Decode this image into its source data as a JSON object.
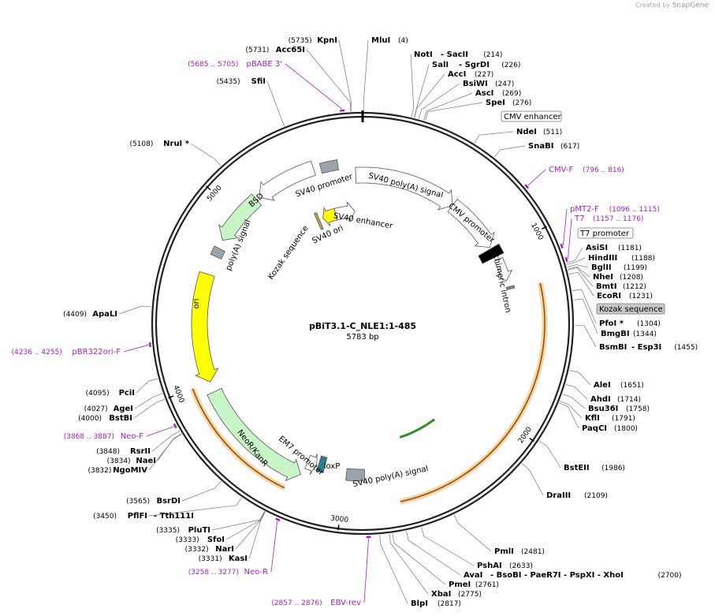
{
  "credit": {
    "prefix": "Created by",
    "brand": "SnapGene"
  },
  "plasmid": {
    "name": "pBiT3.1-C_NLE1:1-485",
    "length": "5783 bp",
    "total_bp": 5783
  },
  "ticks": [
    "1000",
    "2000",
    "3000",
    "4000",
    "5000"
  ],
  "sites": [
    {
      "name": "KpnI",
      "pos": "(5735)",
      "bp": 5735
    },
    {
      "name": "Acc65I",
      "pos": "(5731)",
      "bp": 5731
    },
    {
      "name": "MluI",
      "pos": "(4)",
      "bp": 4
    },
    {
      "name": "NotI",
      "pos": "",
      "bp": 214,
      "group": "- SacII",
      "gpos": "(214)"
    },
    {
      "name": "SalI",
      "pos": "",
      "bp": 226,
      "group": "- SgrDI",
      "gpos": "(226)"
    },
    {
      "name": "AccI",
      "pos": "(227)",
      "bp": 227
    },
    {
      "name": "BsiWI",
      "pos": "(247)",
      "bp": 247
    },
    {
      "name": "AscI",
      "pos": "(269)",
      "bp": 269
    },
    {
      "name": "SpeI",
      "pos": "(276)",
      "bp": 276
    },
    {
      "name": "NdeI",
      "pos": "(511)",
      "bp": 511
    },
    {
      "name": "SnaBI",
      "pos": "(617)",
      "bp": 617
    },
    {
      "name": "AsiSI",
      "pos": "(1181)",
      "bp": 1181
    },
    {
      "name": "HindIII",
      "pos": "(1188)",
      "bp": 1188
    },
    {
      "name": "BglII",
      "pos": "(1199)",
      "bp": 1199
    },
    {
      "name": "NheI",
      "pos": "(1208)",
      "bp": 1208
    },
    {
      "name": "BmtI",
      "pos": "(1212)",
      "bp": 1212
    },
    {
      "name": "EcoRI",
      "pos": "(1231)",
      "bp": 1231
    },
    {
      "name": "PfoI *",
      "pos": "(1304)",
      "bp": 1304
    },
    {
      "name": "BmgBI",
      "pos": "(1344)",
      "bp": 1344
    },
    {
      "name": "BsmBI",
      "pos": "",
      "bp": 1455,
      "group": "- Esp3I",
      "gpos": "(1455)"
    },
    {
      "name": "AleI",
      "pos": "(1651)",
      "bp": 1651
    },
    {
      "name": "AhdI",
      "pos": "(1714)",
      "bp": 1714
    },
    {
      "name": "Bsu36I",
      "pos": "(1758)",
      "bp": 1758
    },
    {
      "name": "KflI",
      "pos": "(1791)",
      "bp": 1791
    },
    {
      "name": "PaqCI",
      "pos": "(1800)",
      "bp": 1800
    },
    {
      "name": "BstEII",
      "pos": "(1986)",
      "bp": 1986
    },
    {
      "name": "DraIII",
      "pos": "(2109)",
      "bp": 2109
    },
    {
      "name": "PmlI",
      "pos": "(2481)",
      "bp": 2481
    },
    {
      "name": "PshAI",
      "pos": "(2633)",
      "bp": 2633
    },
    {
      "name": "AvaI",
      "pos": "",
      "bp": 2700,
      "group": "- BsoBI - PaeR7I - PspXI - XhoI",
      "gpos": "(2700)"
    },
    {
      "name": "PmeI",
      "pos": "(2761)",
      "bp": 2761
    },
    {
      "name": "XbaI",
      "pos": "(2775)",
      "bp": 2775
    },
    {
      "name": "BlpI",
      "pos": "(2817)",
      "bp": 2817
    },
    {
      "name": "KasI",
      "pos": "(3331)",
      "bp": 3331
    },
    {
      "name": "NarI",
      "pos": "(3332)",
      "bp": 3332
    },
    {
      "name": "SfoI",
      "pos": "(3333)",
      "bp": 3333
    },
    {
      "name": "PluTI",
      "pos": "(3335)",
      "bp": 3335
    },
    {
      "name": "PflFI",
      "pos": "(3450)",
      "bp": 3450,
      "group": "- Tth111I",
      "gpos": ""
    },
    {
      "name": "BsrDI",
      "pos": "(3565)",
      "bp": 3565
    },
    {
      "name": "NgoMIV",
      "pos": "(3832)",
      "bp": 3832
    },
    {
      "name": "NaeI",
      "pos": "(3834)",
      "bp": 3834
    },
    {
      "name": "RsrII",
      "pos": "(3848)",
      "bp": 3848
    },
    {
      "name": "BstBI",
      "pos": "(4000)",
      "bp": 4000
    },
    {
      "name": "AgeI",
      "pos": "(4027)",
      "bp": 4027
    },
    {
      "name": "PciI",
      "pos": "(4095)",
      "bp": 4095
    },
    {
      "name": "ApaLI",
      "pos": "(4409)",
      "bp": 4409
    },
    {
      "name": "NruI *",
      "pos": "(5108)",
      "bp": 5108
    },
    {
      "name": "SfiI",
      "pos": "(5435)",
      "bp": 5435
    }
  ],
  "primers": [
    {
      "name": "pBABE 3'",
      "range": "(5685 .. 5705)",
      "bp": 5695
    },
    {
      "name": "CMV-F",
      "range": "(796 .. 816)",
      "bp": 806
    },
    {
      "name": "pMT2-F",
      "range": "(1096 .. 1115)",
      "bp": 1105
    },
    {
      "name": "T7",
      "range": "(1157 .. 1176)",
      "bp": 1166
    },
    {
      "name": "pBR322ori-F",
      "range": "(4236 .. 4255)",
      "bp": 4245
    },
    {
      "name": "Neo-F",
      "range": "(3868 .. 3887)",
      "bp": 3877
    },
    {
      "name": "Neo-R",
      "range": "(3258 .. 3277)",
      "bp": 3267
    },
    {
      "name": "EBV-rev",
      "range": "(2857 .. 2876)",
      "bp": 2866
    }
  ],
  "boxed_labels": [
    {
      "text": "CMV enhancer",
      "shaded": false
    },
    {
      "text": "T7 promoter",
      "shaded": false
    },
    {
      "text": "Kozak sequence",
      "shaded": true
    }
  ],
  "features": [
    {
      "name": "SV40 poly(A) signal",
      "start": 5540,
      "end": 5640,
      "dir": "none",
      "color": "#9ba3ab"
    },
    {
      "name": "CMV enhancer",
      "start": 5740,
      "end": 600,
      "dir": "cw",
      "color": "#ffffff"
    },
    {
      "name": "CMV promoter",
      "start": 600,
      "end": 950,
      "dir": "cw",
      "color": "#ffffff"
    },
    {
      "name": "T7 promoter",
      "start": 960,
      "end": 1020,
      "dir": "none",
      "color": "#000000"
    },
    {
      "name": "chimeric intron",
      "start": 1040,
      "end": 1180,
      "dir": "cw",
      "color": "#ffffff"
    },
    {
      "name": "Kozak sequence",
      "start": 1220,
      "end": 1235,
      "dir": "none",
      "color": "#888888"
    },
    {
      "name": "SV40 promoter",
      "start": 5150,
      "end": 5500,
      "dir": "ccw",
      "color": "#ffffff"
    },
    {
      "name": "BSD",
      "start": 4830,
      "end": 5130,
      "dir": "ccw",
      "color": "#c8f5c8"
    },
    {
      "name": "poly(A) signal",
      "start": 4730,
      "end": 4780,
      "dir": "none",
      "color": "#9ba3ab"
    },
    {
      "name": "ori",
      "start": 4000,
      "end": 4620,
      "dir": "ccw",
      "color": "#ffff00"
    },
    {
      "name": "NeoR/KanR",
      "start": 3250,
      "end": 3940,
      "dir": "ccw",
      "color": "#c8f5c8"
    },
    {
      "name": "EM7 promoter",
      "start": 3180,
      "end": 3240,
      "dir": "ccw",
      "color": "#ffffff"
    },
    {
      "name": "loxP",
      "start": 3130,
      "end": 3170,
      "dir": "none",
      "color": "#2a7f8f"
    },
    {
      "name": "SV40 poly(A) signal",
      "start": 2880,
      "end": 2990,
      "dir": "none",
      "color": "#9ba3ab"
    },
    {
      "name": "SV40 ori",
      "start": 5450,
      "end": 5560,
      "dir": "ccw",
      "color": "#ffff00"
    },
    {
      "name": "SV40 enhancer",
      "start": 5560,
      "end": 5720,
      "dir": "cw",
      "color": "#ffffff"
    },
    {
      "name": "Kozak sequence",
      "start": 5400,
      "end": 5420,
      "dir": "none",
      "color": "#bbaa44"
    }
  ],
  "insert": {
    "start": 1240,
    "end": 2700,
    "color": "#f0b050"
  },
  "insert2": {
    "start": 3300,
    "end": 4000,
    "color": "#f0b050"
  },
  "green_arrow": {
    "start": 2300,
    "end": 2600,
    "color": "#2f8f1f"
  },
  "colors": {
    "primer": "#a020c0",
    "backbone": "#222222",
    "site": "#000000"
  }
}
